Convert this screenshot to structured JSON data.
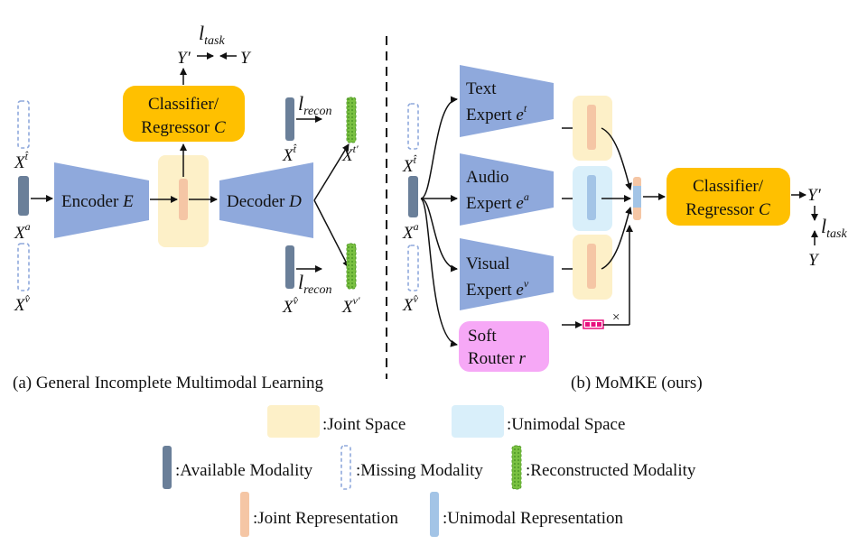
{
  "left": {
    "caption": "(a) General Incomplete Multimodal Learning",
    "encoder": "Encoder",
    "encoder_sym": "E",
    "decoder": "Decoder",
    "decoder_sym": "D",
    "classifier_line1": "Classifier/",
    "classifier_line2": "Regressor",
    "classifier_sym": "C",
    "x_t": "X",
    "x_a": "X",
    "x_v": "X",
    "sup_t": "t̂",
    "sup_a": "a",
    "sup_v": "v̂",
    "x_t_rec_in": "X",
    "x_v_rec_in": "X",
    "x_t_prime": "X",
    "x_v_prime": "X",
    "sup_t_prime": "t′",
    "sup_v_prime": "v′",
    "l_recon_1": "l",
    "l_recon_2": "l",
    "recon_sub": "recon",
    "l_task": "l",
    "task_sub": "task",
    "y_prime": "Y′",
    "y": "Y"
  },
  "right": {
    "caption": "(b) MoMKE (ours)",
    "text_expert": "Text",
    "audio_expert": "Audio",
    "visual_expert": "Visual",
    "expert_word": "Expert",
    "e_sym": "e",
    "sup_t": "t",
    "sup_a": "a",
    "sup_v": "v",
    "router_line1": "Soft",
    "router_line2": "Router",
    "router_sym": "r",
    "classifier_line1": "Classifier/",
    "classifier_line2": "Regressor",
    "classifier_sym": "C",
    "x_sym": "X",
    "x_sup_t": "t̂",
    "x_sup_a": "a",
    "x_sup_v": "v̂",
    "y_prime": "Y′",
    "y": "Y",
    "l_task": "l",
    "task_sub": "task",
    "times": "×"
  },
  "legend": {
    "joint_space": ":Joint Space",
    "unimodal_space": ":Unimodal Space",
    "available": ":Available Modality",
    "missing": ":Missing Modality",
    "reconstructed": ":Reconstructed Modality",
    "joint_rep": ":Joint Representation",
    "unimodal_rep": ":Unimodal Representation"
  },
  "colors": {
    "blue_trap": "#8fa9dc",
    "orange_box": "#ffc000",
    "joint_space": "#fdf0c8",
    "unimodal_space": "#d9effa",
    "available": "#6a7f99",
    "missing_border": "#8fa9dc",
    "reconstructed": "#7ac142",
    "joint_rep": "#f5c6a5",
    "unimodal_rep": "#a3c4e6",
    "router": "#f6a8f6",
    "router_vec": "#e8117f"
  }
}
